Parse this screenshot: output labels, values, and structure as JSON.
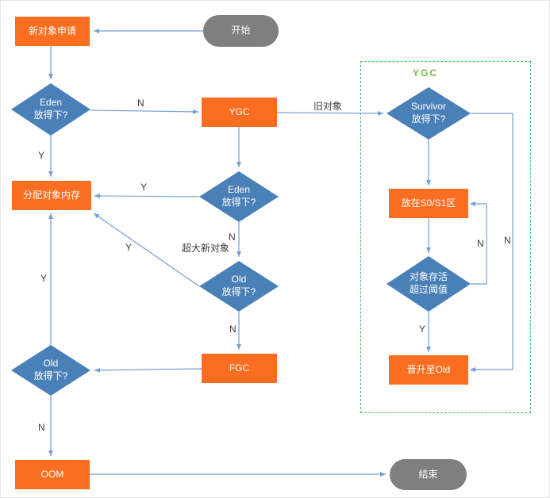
{
  "diagram": {
    "group": {
      "label": "YGC"
    },
    "nodes": {
      "start": {
        "label": "开始",
        "type": "terminal"
      },
      "new_object": {
        "label": "新对象申请",
        "type": "process"
      },
      "eden1": {
        "line1": "Eden",
        "line2": "放得下?",
        "type": "decision"
      },
      "ygc": {
        "label": "YGC",
        "type": "process"
      },
      "survivor": {
        "line1": "Survivor",
        "line2": "放得下?",
        "type": "decision"
      },
      "allocate": {
        "label": "分配对象内存",
        "type": "process"
      },
      "eden2": {
        "line1": "Eden",
        "line2": "放得下?",
        "type": "decision"
      },
      "s0s1": {
        "label": "放在S0/S1区",
        "type": "process"
      },
      "old_center": {
        "line1": "Old",
        "line2": "放得下?",
        "type": "decision"
      },
      "threshold": {
        "line1": "对象存活",
        "line2": "超过阈值",
        "type": "decision"
      },
      "fgc": {
        "label": "FGC",
        "type": "process"
      },
      "old_left": {
        "line1": "Old",
        "line2": "放得下?",
        "type": "decision"
      },
      "promote": {
        "label": "晋升至Old",
        "type": "process"
      },
      "oom": {
        "label": "OOM",
        "type": "process"
      },
      "end": {
        "label": "结束",
        "type": "terminal"
      }
    },
    "edge_labels": {
      "eden1_to_ygc": "N",
      "ygc_to_survivor": "旧对象",
      "eden1_to_allocate": "Y",
      "eden2_to_allocate": "Y",
      "eden2_to_old": "N",
      "huge_new_object": "超大新对象",
      "old_to_allocate": "Y",
      "old_to_fgc": "N",
      "oldleft_to_allocate": "Y",
      "oldleft_to_oom": "N",
      "threshold_to_promote": "Y",
      "threshold_loop": "N",
      "survivor_to_promote": "N"
    },
    "colors": {
      "process": "#fb6d21",
      "decision": "#4a80b8",
      "terminal": "#7f7f7f",
      "line": "#74a0d4",
      "group-border": "#3fc05a",
      "group-label": "#78b842",
      "edge-label": "#3d3d3d"
    }
  }
}
